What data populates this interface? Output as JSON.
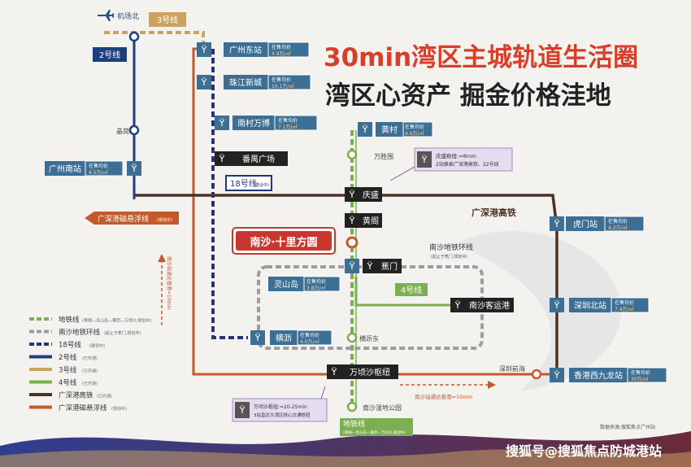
{
  "header": {
    "title": "30min湾区主城轨道生活圈",
    "subtitle": "湾区心资产 掘金价格洼地"
  },
  "colors": {
    "title_red": "#d6402a",
    "dark": "#222222",
    "box_blue": "#3d6e94",
    "line2_blue": "#1d3f80",
    "line3_gold": "#c9a35f",
    "line4_green": "#7cae52",
    "line18_navy": "#26357a",
    "ring_gray": "#9d9d9d",
    "maglev_orange": "#c35a2c",
    "hsr_brown": "#4d3226",
    "purple": "#7a5a9c"
  },
  "price_label": "在售均价",
  "stations": {
    "airport_north": "机场北",
    "guangzhou_east": "广州东站",
    "zhujiang_newtown": "珠江新城",
    "nancun_wanbo": "南村万博",
    "panyu_square": "番禺广场",
    "huangcun": "黄村",
    "wanshengwei": "万胜围",
    "jinggang": "晶岗",
    "guangzhou_south": "广州南站",
    "qingsheng": "庆盛",
    "huangge": "黄阁",
    "humen_station": "虎门站",
    "jiaomen": "蕉门",
    "lingshandao": "灵山岛",
    "nansha_passenger_port": "南沙客运港",
    "shenzhen_north": "深圳北站",
    "hengli": "横沥",
    "hengliu_east": "横沥东",
    "wanqingsha_hub": "万顷沙枢纽",
    "shenzhen_qianhai": "深圳前海",
    "hk_west_kowloon": "香港西九龙站",
    "nansha_wetland": "南沙湿地公园"
  },
  "prices": {
    "guangzhou_east": "4.9万/㎡",
    "zhujiang_newtown": "10.1万/㎡",
    "nancun_wanbo": "7.1万/㎡",
    "huangcun": "4.6万/㎡",
    "guangzhou_south": "4.5万/㎡",
    "humen_station": "4.2万/㎡",
    "lingshandao": "3.8万/㎡",
    "shenzhen_north": "7.4万/㎡",
    "hengli": "4.0万/㎡",
    "hk_west_kowloon": "30万/㎡"
  },
  "line_labels": {
    "line3": "3号线",
    "line2": "2号线",
    "line18": "18号线",
    "line18_note": "(建设中)",
    "line4": "4号线",
    "gsh_hsr": "广深港高铁",
    "maglev": "广深港磁悬浮线",
    "maglev_note": "(规划中)",
    "ring": "南沙地铁环线",
    "ring_note": "(起止于蕉门,规划中)",
    "metro_line": "地铁线",
    "metro_line_note": "(黄阁—灵山岛—横沥—万顷沙,规划中)"
  },
  "highlight": "南沙·十里方圆",
  "callouts": {
    "qingsheng_hub": "庆盛枢纽:≈8min",
    "qingsheng_hub_detail": "2站换乘广深港高铁、22号线",
    "wanqingsha_hub": "万顷沙枢纽:≈20-25min",
    "wanqingsha_hub_detail": "3站直达大湾区核心交通枢纽",
    "to_hk": "南沙站通达香港≈10min",
    "vertical_note": "南沙站通达香港≈10min"
  },
  "legend": [
    {
      "label": "地铁线",
      "note": "(黄阁—灵山岛—横沥—万顷沙,规划中)",
      "color": "#7cae52",
      "dash": true
    },
    {
      "label": "南沙地铁环线",
      "note": "(起止于蕉门,规划中)",
      "color": "#9d9d9d",
      "dash": true
    },
    {
      "label": "18号线",
      "note": "(建设中)",
      "color": "#26357a",
      "dash": true
    },
    {
      "label": "2号线",
      "note": "(已开通)",
      "color": "#1d3f80",
      "dash": false
    },
    {
      "label": "3号线",
      "note": "(已开通)",
      "color": "#c9a35f",
      "dash": false
    },
    {
      "label": "4号线",
      "note": "(已开通)",
      "color": "#7cae52",
      "dash": false
    },
    {
      "label": "广深港高铁",
      "note": "(已开通)",
      "color": "#4d3226",
      "dash": false
    },
    {
      "label": "广深港磁悬浮线",
      "note": "(规划中)",
      "color": "#c35a2c",
      "dash": false
    }
  ],
  "source": "数据来源:搜狐焦点广州站",
  "watermark": "搜狐号@搜狐焦点防城港站"
}
